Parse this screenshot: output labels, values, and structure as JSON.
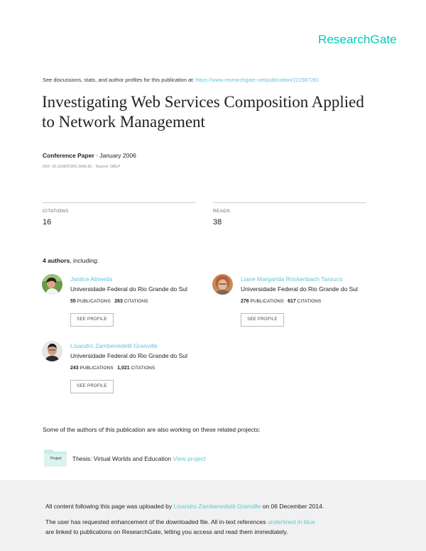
{
  "brand": {
    "logo": "ResearchGate"
  },
  "discussion": {
    "text": "See discussions, stats, and author profiles for this publication at: ",
    "url": "https://www.researchgate.net/publication/221587261"
  },
  "paper": {
    "title_line1": "Investigating Web Services Composition Applied",
    "title_line2": "to Network Management",
    "type": "Conference Paper",
    "date": " · January 2006",
    "doi": "DOI: 10.1109/ICWS.2006.81 · Source: DBLP"
  },
  "stats": {
    "citations_label": "CITATIONS",
    "citations_value": "16",
    "reads_label": "READS",
    "reads_value": "38"
  },
  "authors": {
    "heading_count": "4 authors",
    "heading_rest": ", including:",
    "list": [
      {
        "name": "Janilce Almeida",
        "institution": "Universidade Federal do Rio Grande do Sul",
        "publications": "55",
        "publications_label": "PUBLICATIONS",
        "citations": "263",
        "citations_label": "CITATIONS",
        "button": "SEE PROFILE"
      },
      {
        "name": "Liane Margarida Rockenbach Tarouco",
        "institution": "Universidade Federal do Rio Grande do Sul",
        "publications": "276",
        "publications_label": "PUBLICATIONS",
        "citations": "617",
        "citations_label": "CITATIONS",
        "button": "SEE PROFILE"
      },
      {
        "name": "Lisandro Zambenedetti Granville",
        "institution": "Universidade Federal do Rio Grande do Sul",
        "publications": "243",
        "publications_label": "PUBLICATIONS",
        "citations": "1,021",
        "citations_label": "CITATIONS",
        "button": "SEE PROFILE"
      }
    ]
  },
  "related": {
    "heading": "Some of the authors of this publication are also working on these related projects:",
    "project_icon_label": "Project",
    "project_name": "Thesis: Virtual Worlds and Education ",
    "project_link": "View project"
  },
  "footer": {
    "upload_pre": "All content following this page was uploaded by ",
    "upload_user": "Lisandro Zambenedetti Granville",
    "upload_post": " on 06 December 2014.",
    "line2_pre": "The user has requested enhancement of the downloaded file. All in-text references ",
    "line2_link": "underlined in blue",
    "line3": "are linked to publications on ResearchGate, letting you access and read them immediately."
  },
  "colors": {
    "accent": "#00ccbb",
    "link": "#5fc4d8",
    "footer_bg": "#f1f1f1"
  }
}
